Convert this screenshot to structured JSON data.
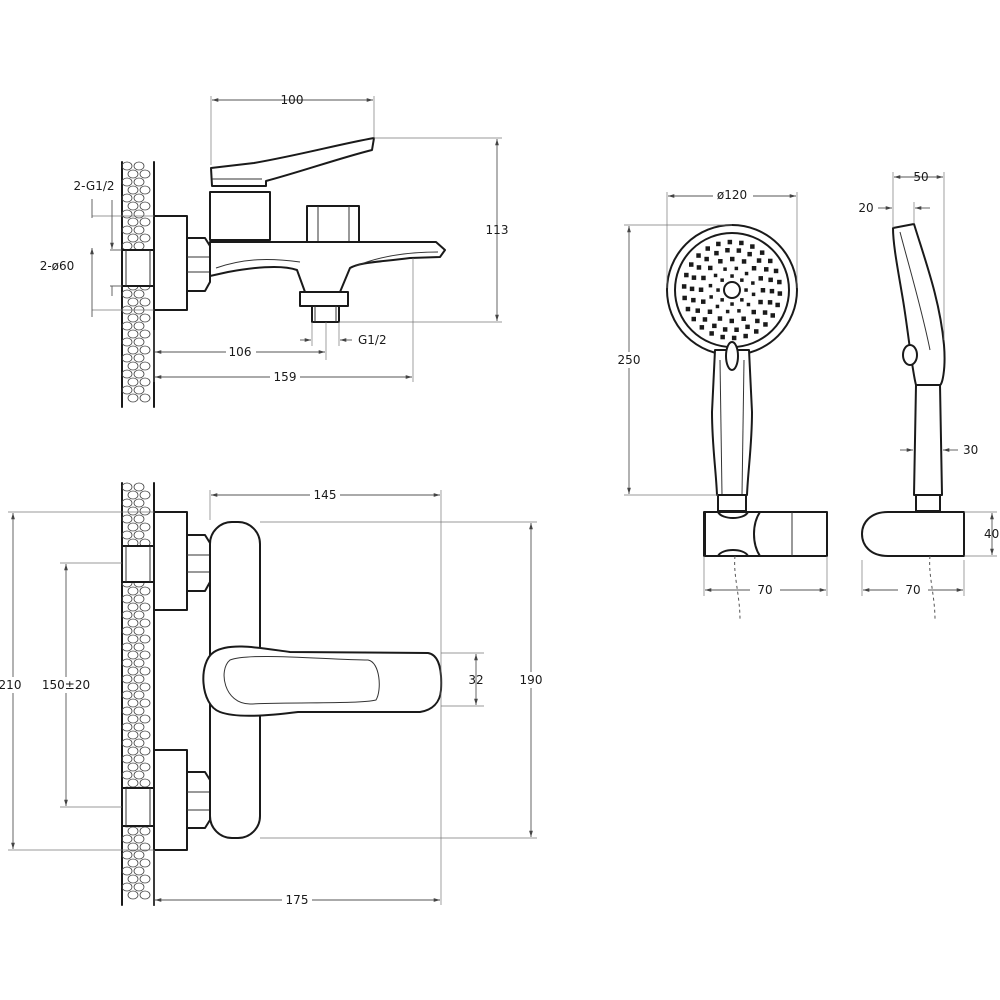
{
  "dimensions": {
    "top_width": "100",
    "top_height": "113",
    "inlet_thread": "2-G1/2",
    "inlet_diameter": "2-ø60",
    "spout_reach": "106",
    "outlet_thread": "G1/2",
    "total_depth": "159",
    "head_diameter": "ø120",
    "handshower_length": "250",
    "side_width": "50",
    "side_tip": "20",
    "handle_diameter": "30",
    "holder_height": "40",
    "holder_width_front": "70",
    "holder_width_side": "70",
    "front_width": "145",
    "front_total_width": "175",
    "front_height_outer": "210",
    "centre_distance": "150±20",
    "lever_height": "32",
    "body_height": "190"
  }
}
